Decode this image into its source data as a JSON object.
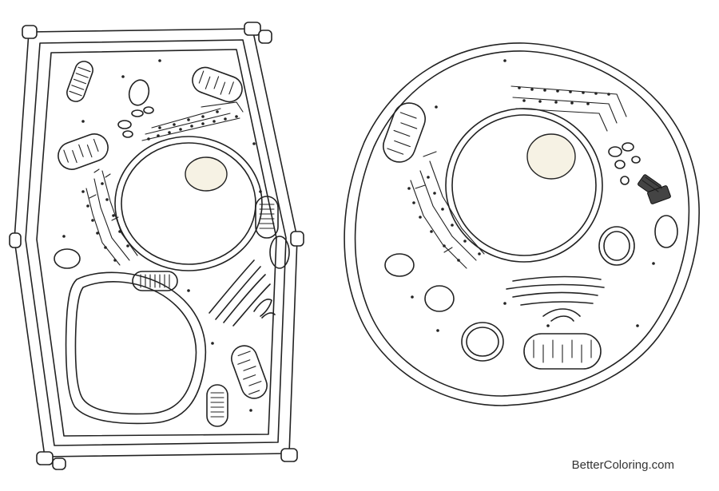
{
  "watermark": {
    "text": "BetterColoring.com"
  },
  "diagram": {
    "cells": [
      {
        "name": "plant-cell"
      },
      {
        "name": "animal-cell"
      }
    ]
  },
  "colors": {
    "line": "#222222",
    "nucleolus_fill": "#f6f2e4",
    "centriole_fill": "#444444",
    "background": "#ffffff"
  }
}
